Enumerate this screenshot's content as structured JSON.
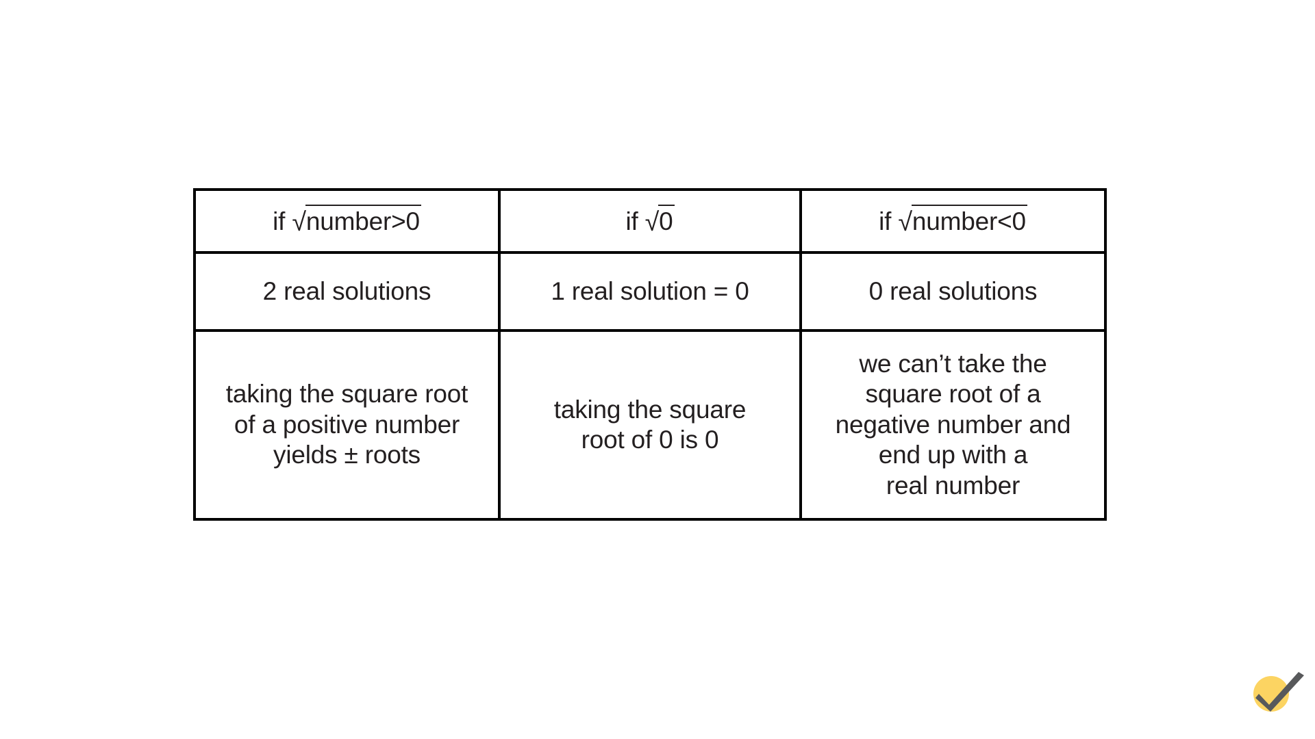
{
  "slide": {
    "background_color": "#ffffff",
    "text_color": "#231f20"
  },
  "table": {
    "border_color": "#000000",
    "columns": [
      {
        "header_prefix": "if ",
        "header_radical_sign": "√",
        "header_radicand": "number>0",
        "solutions": "2 real solutions",
        "explanation": "taking the square root\nof a positive number\nyields ± roots"
      },
      {
        "header_prefix": "if ",
        "header_radical_sign": "√",
        "header_radicand": "0",
        "solutions": "1 real solution = 0",
        "explanation": "taking the square\nroot of 0 is 0"
      },
      {
        "header_prefix": "if ",
        "header_radical_sign": "√",
        "header_radicand": "number<0",
        "solutions": "0  real solutions",
        "explanation": "we can’t take the\nsquare root of a\nnegative number and\nend up with a\nreal number"
      }
    ]
  },
  "logo": {
    "name": "checkmark-logo",
    "circle_color": "#fcd462",
    "check_color": "#58595b"
  }
}
